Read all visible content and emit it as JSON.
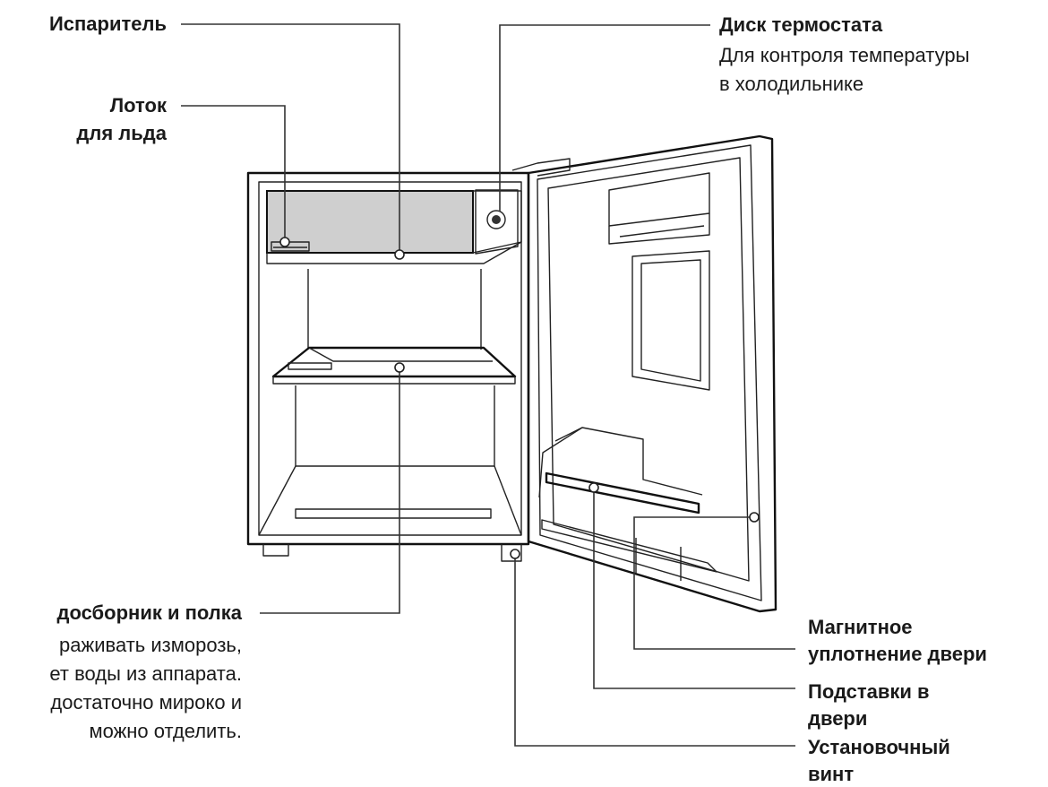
{
  "labels": {
    "evaporator": "Испаритель",
    "ice_tray_line1": "Лоток",
    "ice_tray_line2": "для льда",
    "thermostat_title": "Диск термостата",
    "thermostat_desc1": "Для контроля температуры",
    "thermostat_desc2": "в холодильнике",
    "drip_title": "досборник и полка",
    "drip_desc1": "раживать изморозь,",
    "drip_desc2": "ет воды из аппарата.",
    "drip_desc3": "достаточно мироко и",
    "drip_desc4": "можно отделить.",
    "gasket_line1": "Магнитное",
    "gasket_line2": "уплотнение двери",
    "door_rack_line1": "Подставки в",
    "door_rack_line2": "двери",
    "leveling_line1": "Установочный",
    "leveling_line2": "винт"
  },
  "colors": {
    "background": "#ffffff",
    "outline": "#111111",
    "evaporator_fill": "#cfcfcf",
    "text": "#1a1a1a"
  }
}
